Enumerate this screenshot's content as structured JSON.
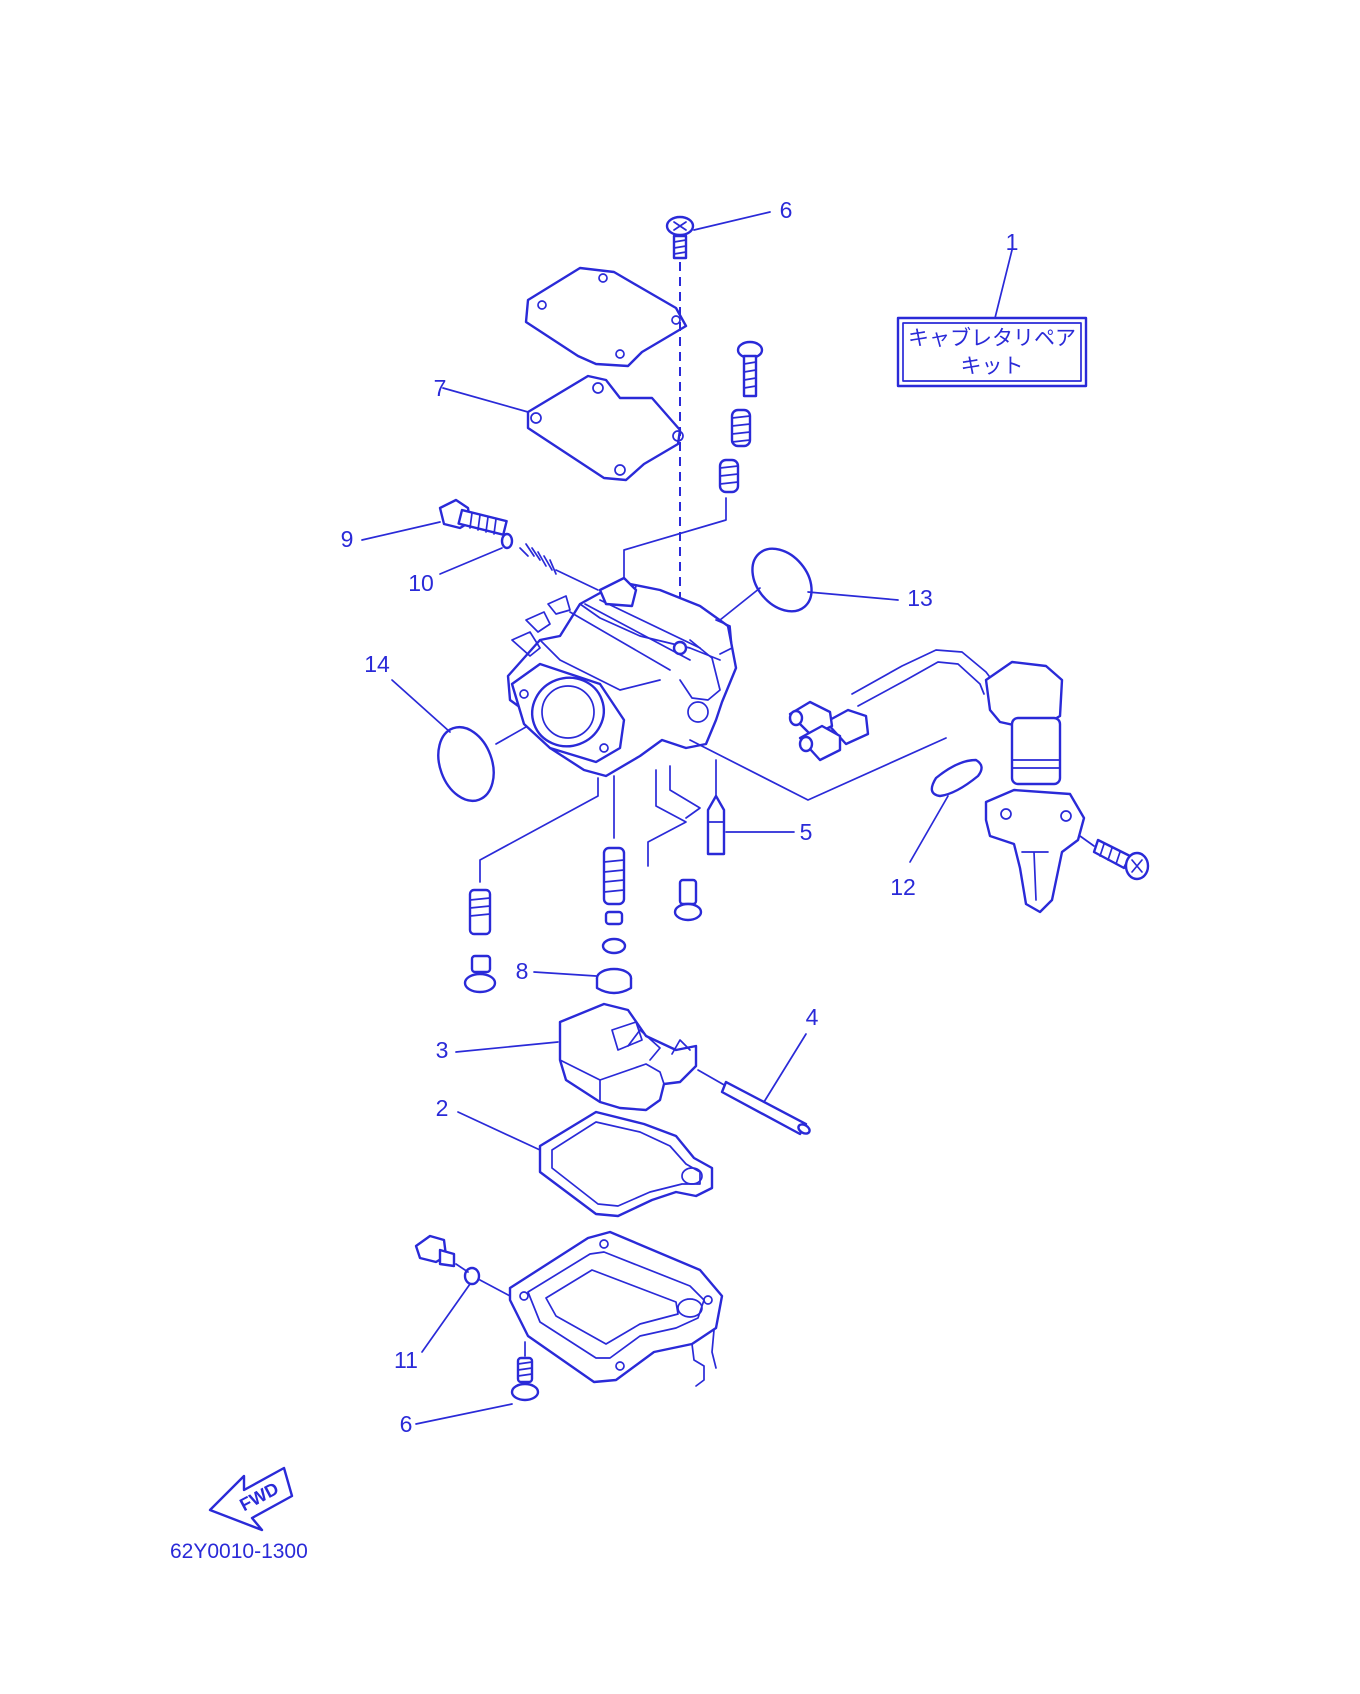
{
  "diagram": {
    "accent_color": "#2a2ad8",
    "kit_label_line1": "キャブレタリペア",
    "kit_label_line2": "キット",
    "fwd_label": "FWD",
    "drawing_code": "62Y0010-1300",
    "callouts": {
      "c1": "1",
      "c2": "2",
      "c3": "3",
      "c4": "4",
      "c5": "5",
      "c6_top": "6",
      "c6_bottom": "6",
      "c7": "7",
      "c8": "8",
      "c9": "9",
      "c10": "10",
      "c11": "11",
      "c12": "12",
      "c13": "13",
      "c14": "14"
    }
  }
}
